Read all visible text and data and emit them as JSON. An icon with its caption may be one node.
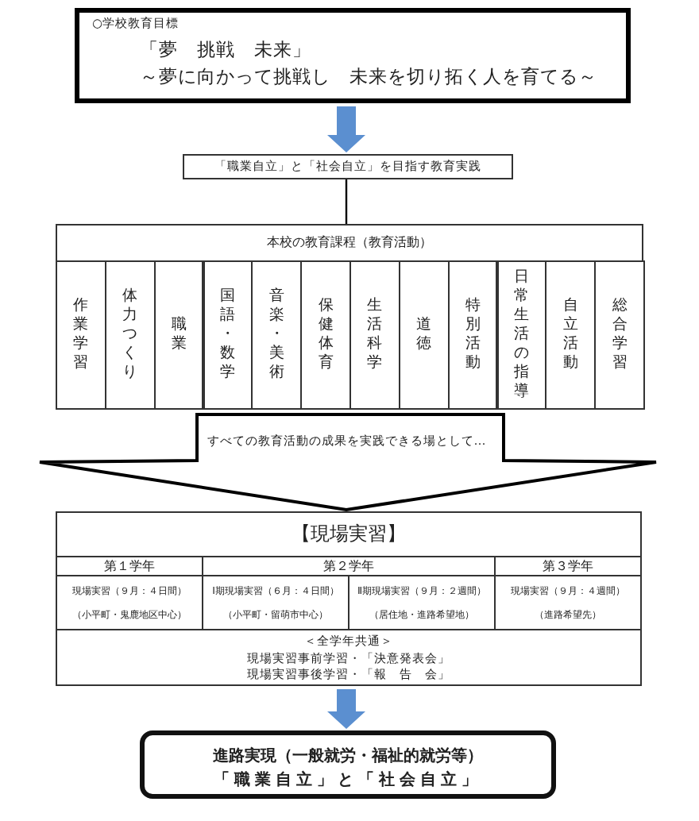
{
  "diagram": {
    "nodes": [
      {
        "text": [
          "○学校教育目標",
          "「夢　挑戦　未来」",
          "～夢に向かって挑戦し　未来を切り拓く人を育てる～"
        ]
      },
      {
        "text": [
          "「職業自立」と「社会自立」を目指す教育実践"
        ]
      },
      {
        "text": [
          "本校の教育課程（教育活動）"
        ]
      },
      {
        "text": [
          "作業学習"
        ],
        "in": 2
      },
      {
        "text": [
          "体力つくり"
        ],
        "in": 2
      },
      {
        "text": [
          "職業"
        ],
        "in": 2
      },
      {
        "text": [
          "国語・数学"
        ],
        "in": 2
      },
      {
        "text": [
          "音楽・美術"
        ],
        "in": 2
      },
      {
        "text": [
          "保健体育"
        ],
        "in": 2
      },
      {
        "text": [
          "生活科学"
        ],
        "in": 2
      },
      {
        "text": [
          "道徳"
        ],
        "in": 2
      },
      {
        "text": [
          "特別活動"
        ],
        "in": 2
      },
      {
        "text": [
          "日常生活の指導"
        ],
        "in": 2
      },
      {
        "text": [
          "自立活動"
        ],
        "in": 2
      },
      {
        "text": [
          "総合学習"
        ],
        "in": 2
      },
      {
        "text": [
          "【現場実習】"
        ]
      },
      {
        "text": [
          "第１学年"
        ],
        "in": 15
      },
      {
        "text": [
          "第２学年"
        ],
        "in": 15
      },
      {
        "text": [
          "第３学年"
        ],
        "in": 15
      },
      {
        "text": [
          "現場実習（９月：４日間）",
          "（小平町・鬼鹿地区中心）"
        ],
        "in": 15
      },
      {
        "text": [
          "Ⅰ期現場実習（６月：４日間）",
          "（小平町・留萌市中心）"
        ],
        "in": 15
      },
      {
        "text": [
          "Ⅱ期現場実習（９月：２週間）",
          "（居住地・進路希望地）"
        ],
        "in": 15
      },
      {
        "text": [
          "現場実習（９月：４週間）",
          "（進路希望先）"
        ],
        "in": 15
      },
      {
        "text": [
          "＜全学年共通＞",
          "現場実習事前学習・「決意発表会」",
          "現場実習事後学習・「報　告　会」"
        ],
        "in": 15
      },
      {
        "text": [
          "進路実現（一般就労・福祉的就労等）",
          "「職業自立」と「社会自立」"
        ]
      }
    ],
    "edges": [
      {
        "from": 0,
        "to": 1,
        "arrow": "to",
        "style": "thick",
        "color": "#5b8fd0"
      },
      {
        "from": 1,
        "to": 2,
        "arrow": "none"
      },
      {
        "from": 2,
        "to": 15,
        "arrow": "to",
        "style": "thick",
        "label": "すべての教育活動の成果を実践できる場として…"
      },
      {
        "from": 15,
        "to": 24,
        "arrow": "to",
        "style": "thick",
        "color": "#5b8fd0"
      }
    ]
  }
}
